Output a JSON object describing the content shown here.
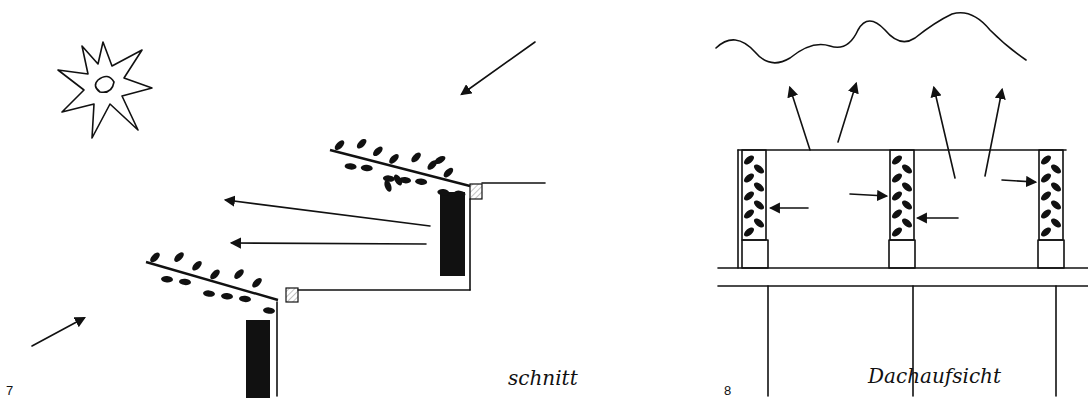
{
  "diagram": {
    "labels": [
      "7",
      "schnitt",
      "8",
      "Dachaufsicht"
    ]
  }
}
